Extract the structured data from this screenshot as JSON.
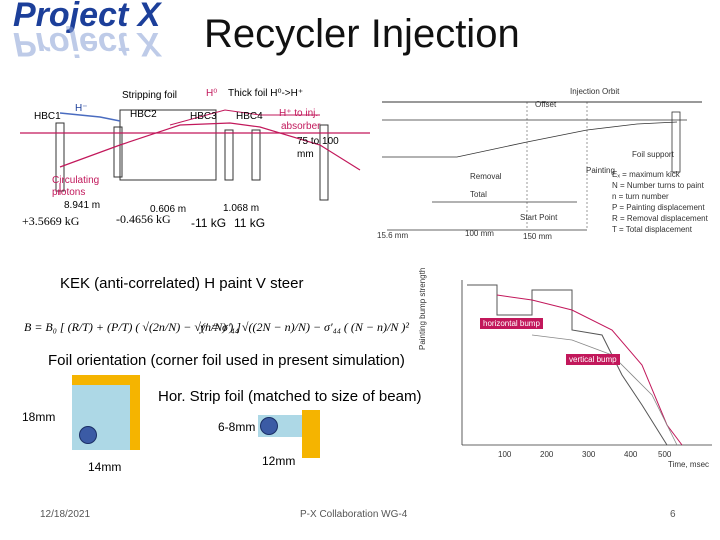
{
  "logo": {
    "line1": "Project X"
  },
  "title": "Recycler Injection",
  "beamline": {
    "stripping_foil": "Stripping foil",
    "h0": "H⁰",
    "thick_foil": "Thick foil H⁰->H⁺",
    "hbc1": "HBC1",
    "hbc2": "HBC2",
    "hbc3": "HBC3",
    "hbc4": "HBC4",
    "h_minus": "H⁻",
    "h_plus_line1": "H⁺ to inj.",
    "h_plus_line2": "absorber",
    "range_line1": "75 to 100",
    "range_line2": "mm",
    "circ_line1": "Circulating",
    "circ_line2": "protons",
    "dist1": "8.941 m",
    "dist2": "0.606 m",
    "dist3": "1.068 m",
    "field1": "+3.5669 kG",
    "field2": "-0.4656 kG",
    "field3": "-11 kG",
    "field4": "11 kG"
  },
  "right_diagram": {
    "injection_orbit": "Injection Orbit",
    "offset": "Offset",
    "foil_support": "Foil support",
    "removal": "Removal",
    "total": "Total",
    "painting": "Painting",
    "start_point": "Start Point",
    "dim1": "100 mm",
    "dim2": "150 mm",
    "dim3": "15.6 mm",
    "legend": [
      "Eₓ = maximum kick",
      "N = Number turns to paint",
      "n = turn number",
      "P = Painting displacement",
      "R = Removal displacement",
      "T = Total displacement"
    ]
  },
  "kek_heading": "KEK (anti-correlated) H paint V steer",
  "formula_left": "B = B₀ [ (R/T) + (P/T) ( √(2n/N) − √(n/N) ) ]",
  "formula_right": "y′ = σ′₄₄ √((2N − n)/N) − σ′₄₄ ( (N − n)/N )²",
  "foil_heading": "Foil orientation (corner foil used in present simulation)",
  "strip_heading": "Hor. Strip foil (matched to size of beam)",
  "dims": {
    "d18": "18mm",
    "d14": "14mm",
    "d68": "6-8mm",
    "d12": "12mm"
  },
  "right_plot": {
    "horizontal_bump": "horizontal bump",
    "vertical_bump": "vertical bump",
    "yaxis": "Painting bump strength",
    "x_ticks": [
      "100",
      "200",
      "300",
      "400",
      "500"
    ],
    "x_unit": "Time, msec"
  },
  "footer": {
    "date": "12/18/2021",
    "center": "P-X Collaboration WG-4",
    "page": "6"
  },
  "colors": {
    "logo": "#1c3f9a",
    "beam": "#c2185b",
    "foil_blue": "#add8e6",
    "foil_gold": "#f5b400",
    "dot": "#3b5ba5"
  }
}
